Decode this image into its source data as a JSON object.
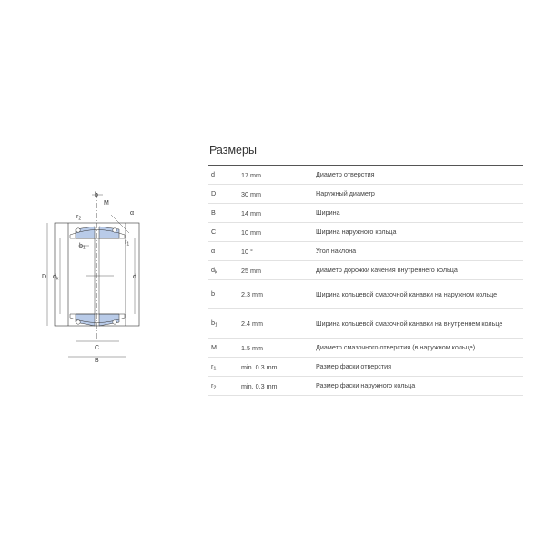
{
  "section_title": "Размеры",
  "rows": [
    {
      "symbol": "d",
      "sub": "",
      "value": "17 mm",
      "desc": "Диаметр отверстия"
    },
    {
      "symbol": "D",
      "sub": "",
      "value": "30 mm",
      "desc": "Наружный диаметр"
    },
    {
      "symbol": "B",
      "sub": "",
      "value": "14 mm",
      "desc": "Ширина"
    },
    {
      "symbol": "C",
      "sub": "",
      "value": "10 mm",
      "desc": "Ширина наружного кольца"
    },
    {
      "symbol": "α",
      "sub": "",
      "value": "10 °",
      "desc": "Угол наклона"
    },
    {
      "symbol": "d",
      "sub": "k",
      "value": "25 mm",
      "desc": "Диаметр дорожки качения внутреннего кольца"
    },
    {
      "symbol": "b",
      "sub": "",
      "value": "2.3 mm",
      "desc": "Ширина кольцевой смазочной канавки на наружном кольце"
    },
    {
      "symbol": "b",
      "sub": "1",
      "value": "2.4 mm",
      "desc": "Ширина кольцевой смазочной канавки на внутреннем кольце"
    },
    {
      "symbol": "M",
      "sub": "",
      "value": "1.5 mm",
      "desc": "Диаметр смазочного отверстия (в наружном кольце)"
    },
    {
      "symbol": "r",
      "sub": "1",
      "value": "min. 0.3 mm",
      "desc": "Размер фаски отверстия"
    },
    {
      "symbol": "r",
      "sub": "2",
      "value": "min. 0.3 mm",
      "desc": "Размер фаски наружного кольца"
    }
  ],
  "drawing": {
    "labels": {
      "b": "b",
      "M": "M",
      "r2": "r",
      "r2_sub": "2",
      "alpha": "α",
      "b1": "b",
      "b1_sub": "1",
      "r1": "r",
      "r1_sub": "1",
      "D": "D",
      "dk": "d",
      "dk_sub": "k",
      "d": "d",
      "C": "C",
      "B": "B"
    },
    "colors": {
      "section_fill": "#b9cbe8",
      "line": "#333333"
    }
  }
}
